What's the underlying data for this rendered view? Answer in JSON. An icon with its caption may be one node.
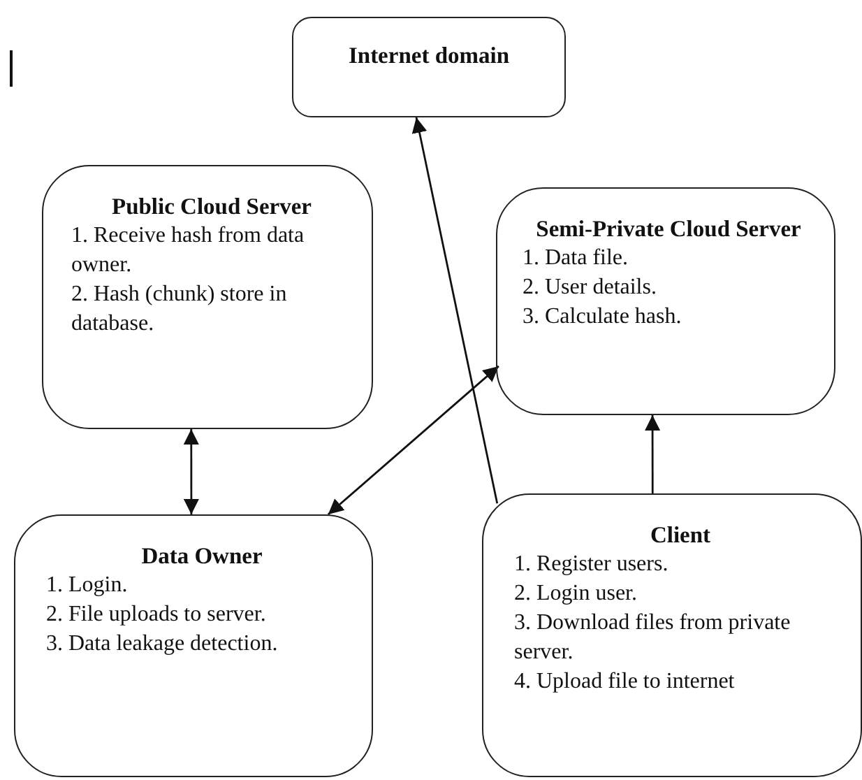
{
  "diagram": {
    "nodes": [
      {
        "text": [
          "Internet domain"
        ]
      },
      {
        "text": [
          "Public Cloud Server",
          "1. Receive hash from data owner.",
          "2. Hash (chunk) store in database."
        ]
      },
      {
        "text": [
          "Semi-Private Cloud Server",
          "1. Data file.",
          "2. User details.",
          "3. Calculate hash."
        ]
      },
      {
        "text": [
          "Data Owner",
          "1. Login.",
          "2. File uploads to server.",
          "3. Data leakage detection."
        ]
      },
      {
        "text": [
          "Client",
          "1. Register users.",
          "2. Login user.",
          "3. Download files from private server.",
          "4. Upload file to internet"
        ]
      }
    ],
    "edges": [
      {
        "from": 4,
        "to": 0,
        "arrow": "to"
      },
      {
        "from": 1,
        "to": 3,
        "arrow": "both"
      },
      {
        "from": 3,
        "to": 2,
        "arrow": "both"
      },
      {
        "from": 4,
        "to": 2,
        "arrow": "to"
      }
    ]
  }
}
